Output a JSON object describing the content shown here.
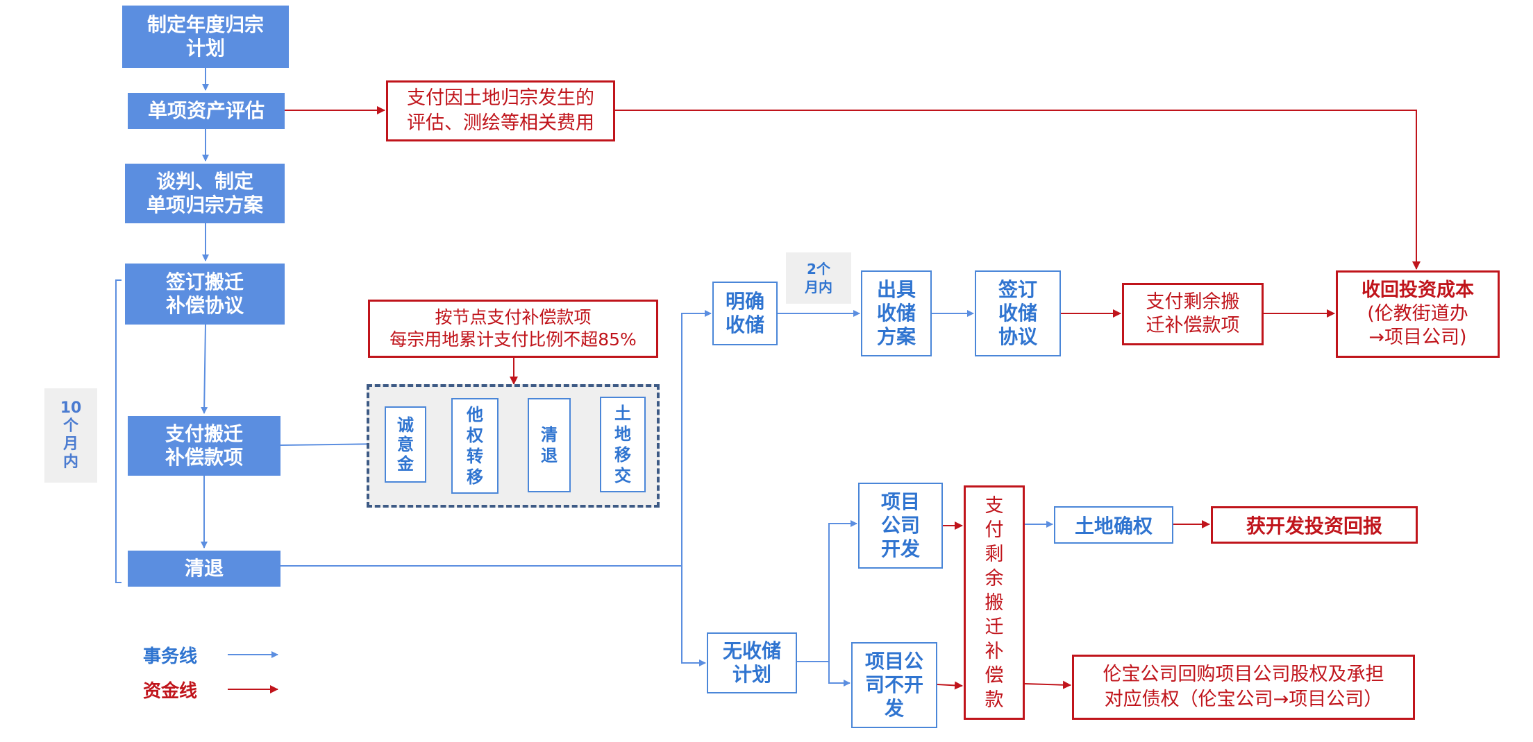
{
  "left": {
    "annual_plan": "制定年度归宗\n计划",
    "assessment": "单项资产评估",
    "negotiation": "谈判、制定\n单项归宗方案",
    "sign_agreement": "签订搬迁\n补偿协议",
    "pay_compensation": "支付搬迁\n补偿款项",
    "clear_out": "清退"
  },
  "duration_10m": "10\n个\n月\n内",
  "fee_box": "支付因土地归宗发生的\n评估、测绘等相关费用",
  "node_payment_box": "按节点支付补偿款项\n每宗用地累计支付比例不超85%",
  "steps": [
    "诚\n意\n金",
    "他\n权\n转\n移",
    "清\n退",
    "土\n地\n移\n交"
  ],
  "storage": {
    "clear": "明确\n收储",
    "duration_2m": "2个\n月内",
    "issue_plan": "出具\n收储\n方案",
    "sign_agreement": "签订\n收储\n协议",
    "pay_remaining": "支付剩余搬\n迁补偿款项",
    "recover_cost_title": "收回投资成本",
    "recover_cost_detail": "(伦教街道办\n→项目公司)"
  },
  "no_storage": {
    "plan": "无收储\n计划",
    "develop": "项目\n公司\n开发",
    "not_develop": "项目公\n司不开\n发",
    "pay_remaining_vertical": "支\n付\n剩\n余\n搬\n迁\n补\n偿\n款",
    "land_title": "土地确权",
    "return": "获开发投资回报",
    "buyback": "伦宝公司回购项目公司股权及承担\n对应债权（伦宝公司→项目公司）"
  },
  "legend": {
    "business_line": "事务线",
    "fund_line": "资金线"
  },
  "colors": {
    "blue": "#5b8ee0",
    "red": "#c0141b"
  }
}
